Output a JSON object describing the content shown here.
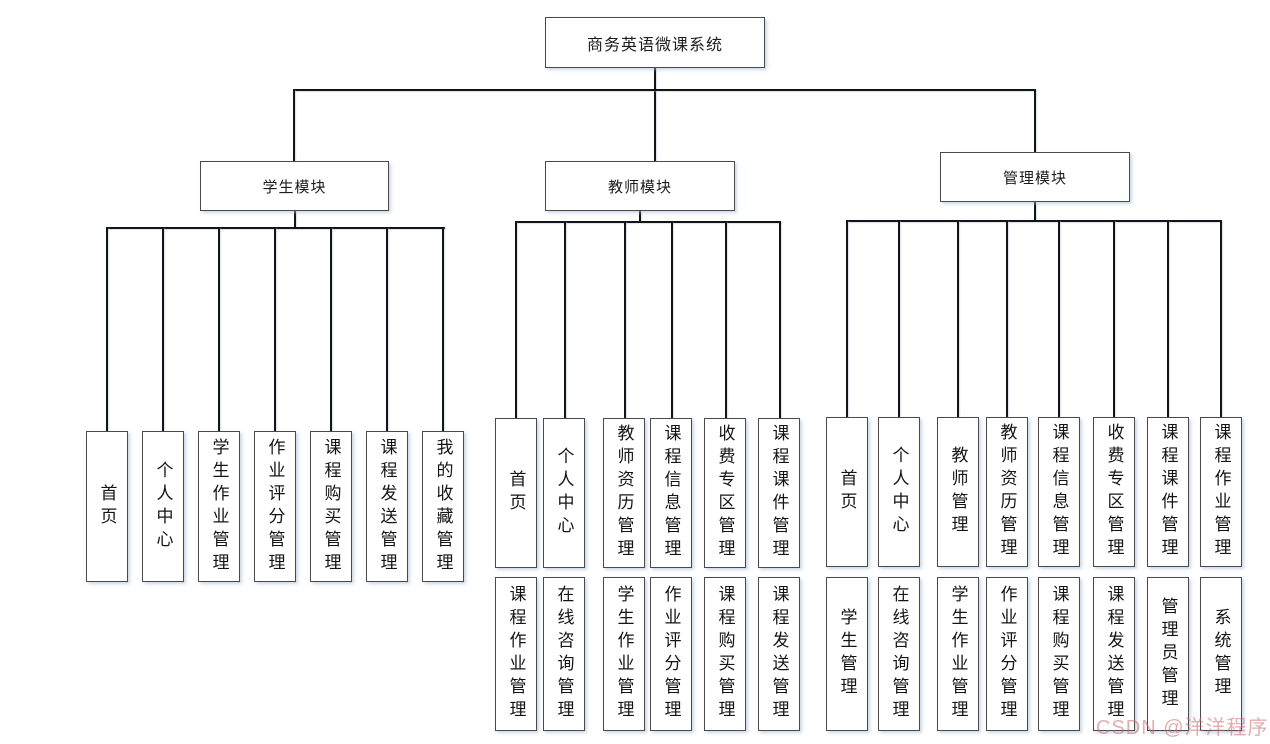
{
  "root": {
    "label": "商务英语微课系统"
  },
  "modules": {
    "student": {
      "label": "学生模块",
      "children": [
        "首页",
        "个人中心",
        "学生作业管理",
        "作业评分管理",
        "课程购买管理",
        "课程发送管理",
        "我的收藏管理"
      ]
    },
    "teacher": {
      "label": "教师模块",
      "row1": [
        "首页",
        "个人中心",
        "教师资历管理",
        "课程信息管理",
        "收费专区管理",
        "课程课件管理"
      ],
      "row2": [
        "课程作业管理",
        "在线咨询管理",
        "学生作业管理",
        "作业评分管理",
        "课程购买管理",
        "课程发送管理"
      ]
    },
    "admin": {
      "label": "管理模块",
      "row1": [
        "首页",
        "个人中心",
        "教师管理",
        "教师资历管理",
        "课程信息管理",
        "收费专区管理",
        "课程课件管理",
        "课程作业管理"
      ],
      "row2": [
        "学生管理",
        "在线咨询管理",
        "学生作业管理",
        "作业评分管理",
        "课程购买管理",
        "课程发送管理",
        "管理员管理",
        "系统管理"
      ]
    }
  },
  "watermark": {
    "text": "CSDN @洋洋程序",
    "color": "#c96a6a"
  },
  "colors": {
    "line": "#141414",
    "box_border": "#4a4a4a",
    "box_fill": "#ffffff",
    "shadow_tint": "#a0b9d7",
    "background": "#ffffff"
  }
}
